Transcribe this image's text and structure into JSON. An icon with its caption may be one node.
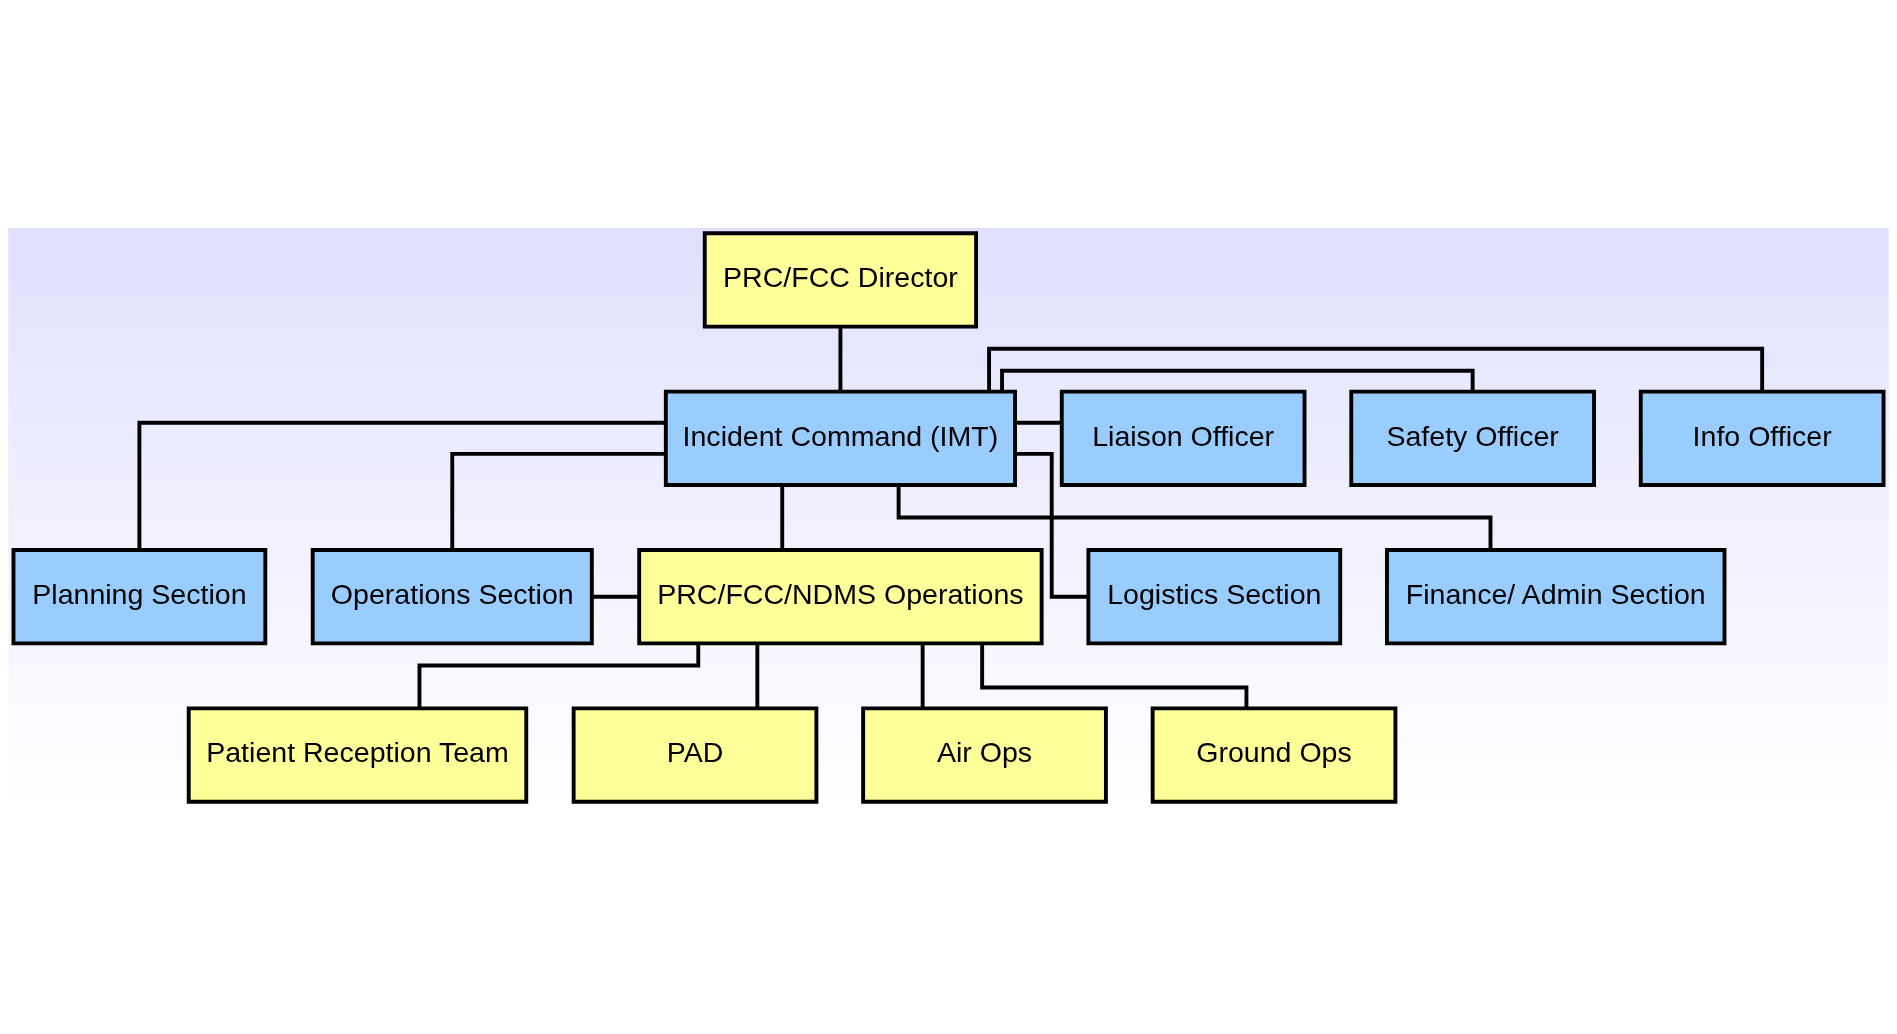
{
  "diagram": {
    "nodes": [
      {
        "text": [
          "PRC/FCC Director"
        ]
      },
      {
        "text": [
          "Incident Command (IMT)"
        ]
      },
      {
        "text": [
          "Info Officer"
        ]
      },
      {
        "text": [
          "Safety Officer"
        ]
      },
      {
        "text": [
          "Liaison Officer"
        ]
      },
      {
        "text": [
          "Planning Section"
        ]
      },
      {
        "text": [
          "Operations Section"
        ]
      },
      {
        "text": [
          "PRC/FCC/NDMS Operations"
        ]
      },
      {
        "text": [
          "Logistics Section"
        ]
      },
      {
        "text": [
          "Finance/ Admin Section"
        ]
      },
      {
        "text": [
          "Patient Reception Team"
        ]
      },
      {
        "text": [
          "PAD"
        ]
      },
      {
        "text": [
          "Air Ops"
        ]
      },
      {
        "text": [
          "Ground Ops"
        ]
      }
    ],
    "edges": [
      {
        "from": 0,
        "to": 1,
        "arrow": "none"
      },
      {
        "from": 1,
        "to": 2,
        "arrow": "none"
      },
      {
        "from": 1,
        "to": 3,
        "arrow": "none"
      },
      {
        "from": 1,
        "to": 4,
        "arrow": "none"
      },
      {
        "from": 1,
        "to": 5,
        "arrow": "none"
      },
      {
        "from": 1,
        "to": 6,
        "arrow": "none"
      },
      {
        "from": 1,
        "to": 7,
        "arrow": "none"
      },
      {
        "from": 1,
        "to": 8,
        "arrow": "none"
      },
      {
        "from": 1,
        "to": 9,
        "arrow": "none"
      },
      {
        "from": 6,
        "to": 7,
        "arrow": "none"
      },
      {
        "from": 7,
        "to": 10,
        "arrow": "none"
      },
      {
        "from": 7,
        "to": 11,
        "arrow": "none"
      },
      {
        "from": 7,
        "to": 12,
        "arrow": "none"
      },
      {
        "from": 7,
        "to": 13,
        "arrow": "none"
      }
    ]
  }
}
